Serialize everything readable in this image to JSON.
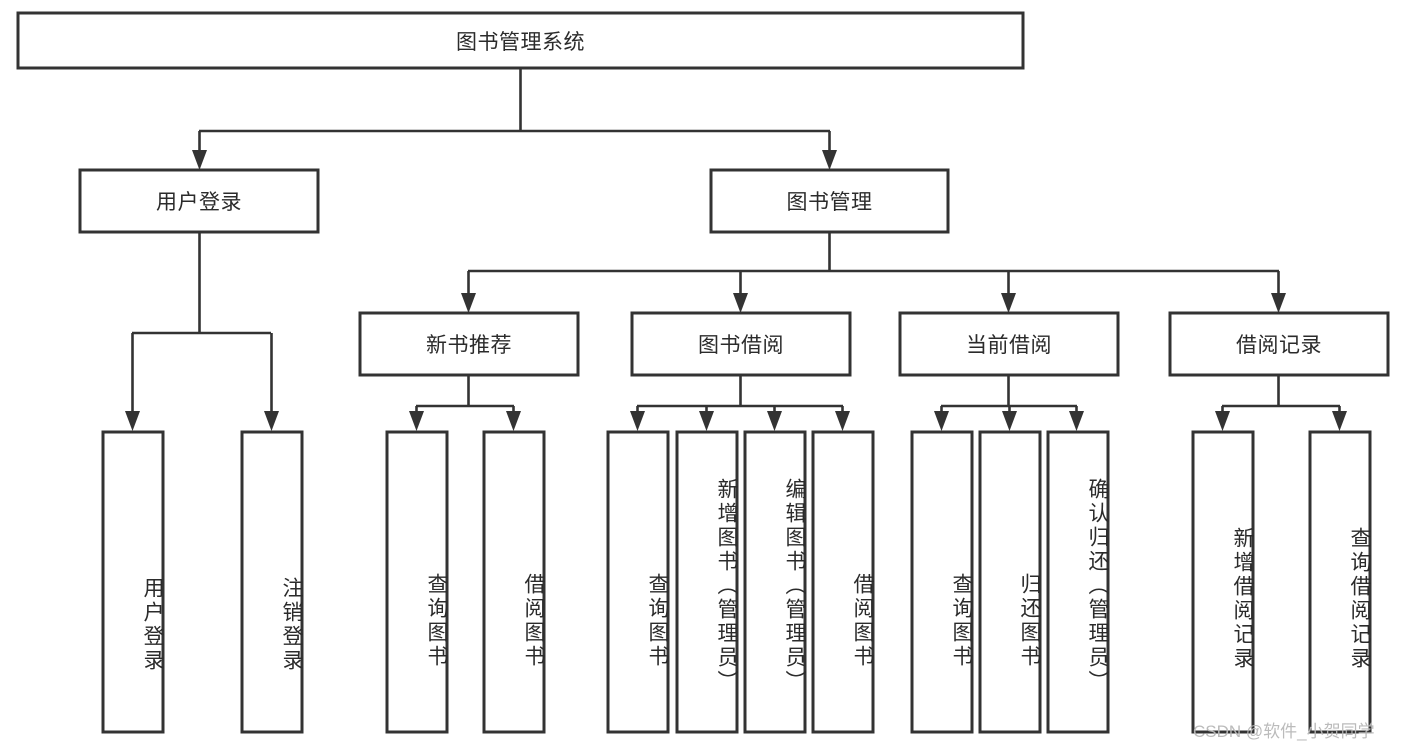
{
  "diagram": {
    "title": "图书管理系统",
    "type": "tree-hierarchy-chart",
    "orientation": "top-down",
    "colors": {
      "box_stroke": "#333333",
      "box_fill": "#ffffff",
      "connector": "#333333",
      "text": "#2b2b2b",
      "watermark": "#b8b8b8",
      "background": "#ffffff"
    },
    "levels": {
      "root": {
        "label": "图书管理系统"
      },
      "level2": [
        {
          "id": "user-login",
          "label": "用户登录"
        },
        {
          "id": "book-management",
          "label": "图书管理"
        }
      ],
      "level3": [
        {
          "id": "new-book-recommend",
          "label": "新书推荐",
          "parent": "book-management"
        },
        {
          "id": "book-borrow",
          "label": "图书借阅",
          "parent": "book-management"
        },
        {
          "id": "current-borrow",
          "label": "当前借阅",
          "parent": "book-management"
        },
        {
          "id": "borrow-record",
          "label": "借阅记录",
          "parent": "book-management"
        }
      ],
      "leaves": [
        {
          "id": "leaf-user-login",
          "label": "用户登录",
          "parent": "user-login"
        },
        {
          "id": "leaf-logout-login",
          "label": "注销登录",
          "parent": "user-login"
        },
        {
          "id": "leaf-query-book-1",
          "label": "查询图书",
          "parent": "new-book-recommend"
        },
        {
          "id": "leaf-borrow-book-1",
          "label": "借阅图书",
          "parent": "new-book-recommend"
        },
        {
          "id": "leaf-query-book-2",
          "label": "查询图书",
          "parent": "book-borrow"
        },
        {
          "id": "leaf-add-book",
          "label": "新增图书（管理员）",
          "parent": "book-borrow"
        },
        {
          "id": "leaf-edit-book",
          "label": "编辑图书（管理员）",
          "parent": "book-borrow"
        },
        {
          "id": "leaf-borrow-book-2",
          "label": "借阅图书",
          "parent": "book-borrow"
        },
        {
          "id": "leaf-query-book-3",
          "label": "查询图书",
          "parent": "current-borrow"
        },
        {
          "id": "leaf-return-book",
          "label": "归还图书",
          "parent": "current-borrow"
        },
        {
          "id": "leaf-confirm-return",
          "label": "确认归还（管理员）",
          "parent": "current-borrow"
        },
        {
          "id": "leaf-add-record",
          "label": "新增借阅记录",
          "parent": "borrow-record"
        },
        {
          "id": "leaf-query-record",
          "label": "查询借阅记录",
          "parent": "borrow-record"
        }
      ]
    }
  },
  "watermark": {
    "text": "CSDN @软件_小贺同学"
  }
}
